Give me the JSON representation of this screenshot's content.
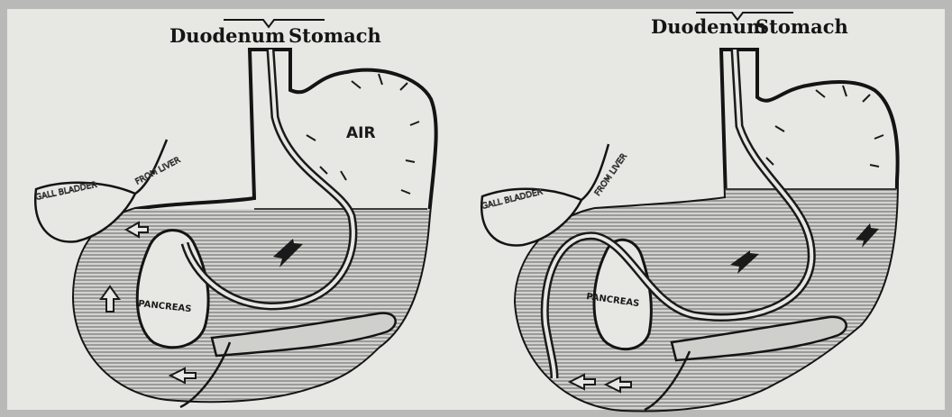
{
  "colors": {
    "background": "#b9b9b7",
    "paper": "#e7e7e3",
    "fluid_hatch": "#8d8d8b",
    "ink": "#151515"
  },
  "left_panel": {
    "duodenum_label": "Duodenum",
    "stomach_label": "Stomach",
    "air_label": "AIR",
    "gall_bladder_label": "GALL BLADDER",
    "from_liver_label": "FROM LIVER",
    "pancreas_label": "PANCREAS"
  },
  "right_panel": {
    "duodenum_label": "Duodenum",
    "stomach_label": "Stomach",
    "gall_bladder_label": "GALL BLADDER",
    "from_liver_label": "FROM LIVER",
    "pancreas_label": "PANCREAS"
  }
}
